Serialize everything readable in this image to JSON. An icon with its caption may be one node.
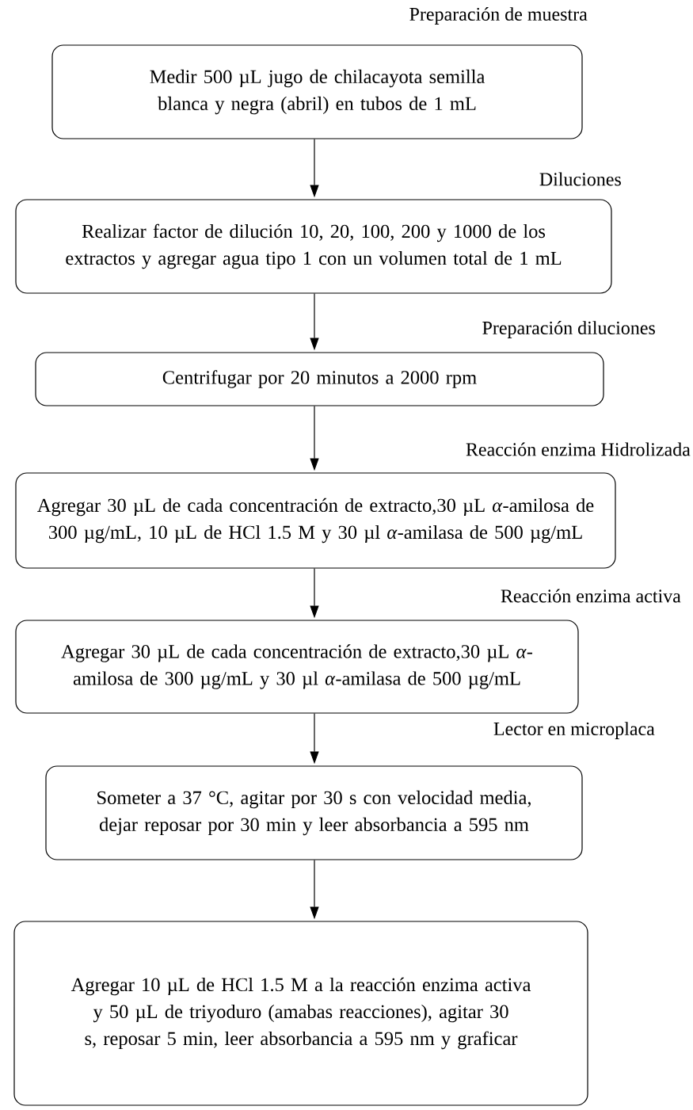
{
  "diagram": {
    "nodes": [
      {
        "text": [
          "Preparación de muestra",
          "Medir 500 µL jugo de chilacayota semilla blanca y negra (abril) en tubos de 1 mL"
        ]
      },
      {
        "text": [
          "Diluciones",
          "Realizar factor de dilución 10, 20, 100, 200 y 1000 de los extractos y agregar agua tipo 1 con un volumen total de 1 mL"
        ]
      },
      {
        "text": [
          "Preparación diluciones",
          "Centrifugar por 20 minutos a 2000 rpm"
        ]
      },
      {
        "text": [
          "Reacción enzima Hidrolizada",
          "Agregar 30 µL de cada concentración de extracto,30 µL *α*-amilosa de 300 µg/mL, 10 µL de HCl 1.5 M y 30 µl *α*-amilasa de 500 µg/mL"
        ]
      },
      {
        "text": [
          "Reacción enzima activa",
          "Agregar 30 µL de cada concentración de extracto,30 µL *α*-amilosa de 300 µg/mL y 30 µl *α*-amilasa de 500 µg/mL"
        ]
      },
      {
        "text": [
          "Lector en microplaca",
          "Someter a 37 °C, agitar por 30 s con velocidad media, dejar reposar por 30 min y leer absorbancia a 595 nm"
        ]
      },
      {
        "text": [
          "Agregar 10 µL de HCl 1.5 M a la reacción enzima activa y 50 µL de triyoduro (amabas reacciones), agitar 30 s, reposar 5 min, leer absorbancia a 595 nm y graficar"
        ]
      }
    ],
    "edges": [
      {
        "from": 0,
        "to": 1,
        "arrow": "to"
      },
      {
        "from": 1,
        "to": 2,
        "arrow": "to"
      },
      {
        "from": 2,
        "to": 3,
        "arrow": "to"
      },
      {
        "from": 3,
        "to": 4,
        "arrow": "to"
      },
      {
        "from": 4,
        "to": 5,
        "arrow": "to"
      },
      {
        "from": 5,
        "to": 6,
        "arrow": "to"
      }
    ]
  }
}
